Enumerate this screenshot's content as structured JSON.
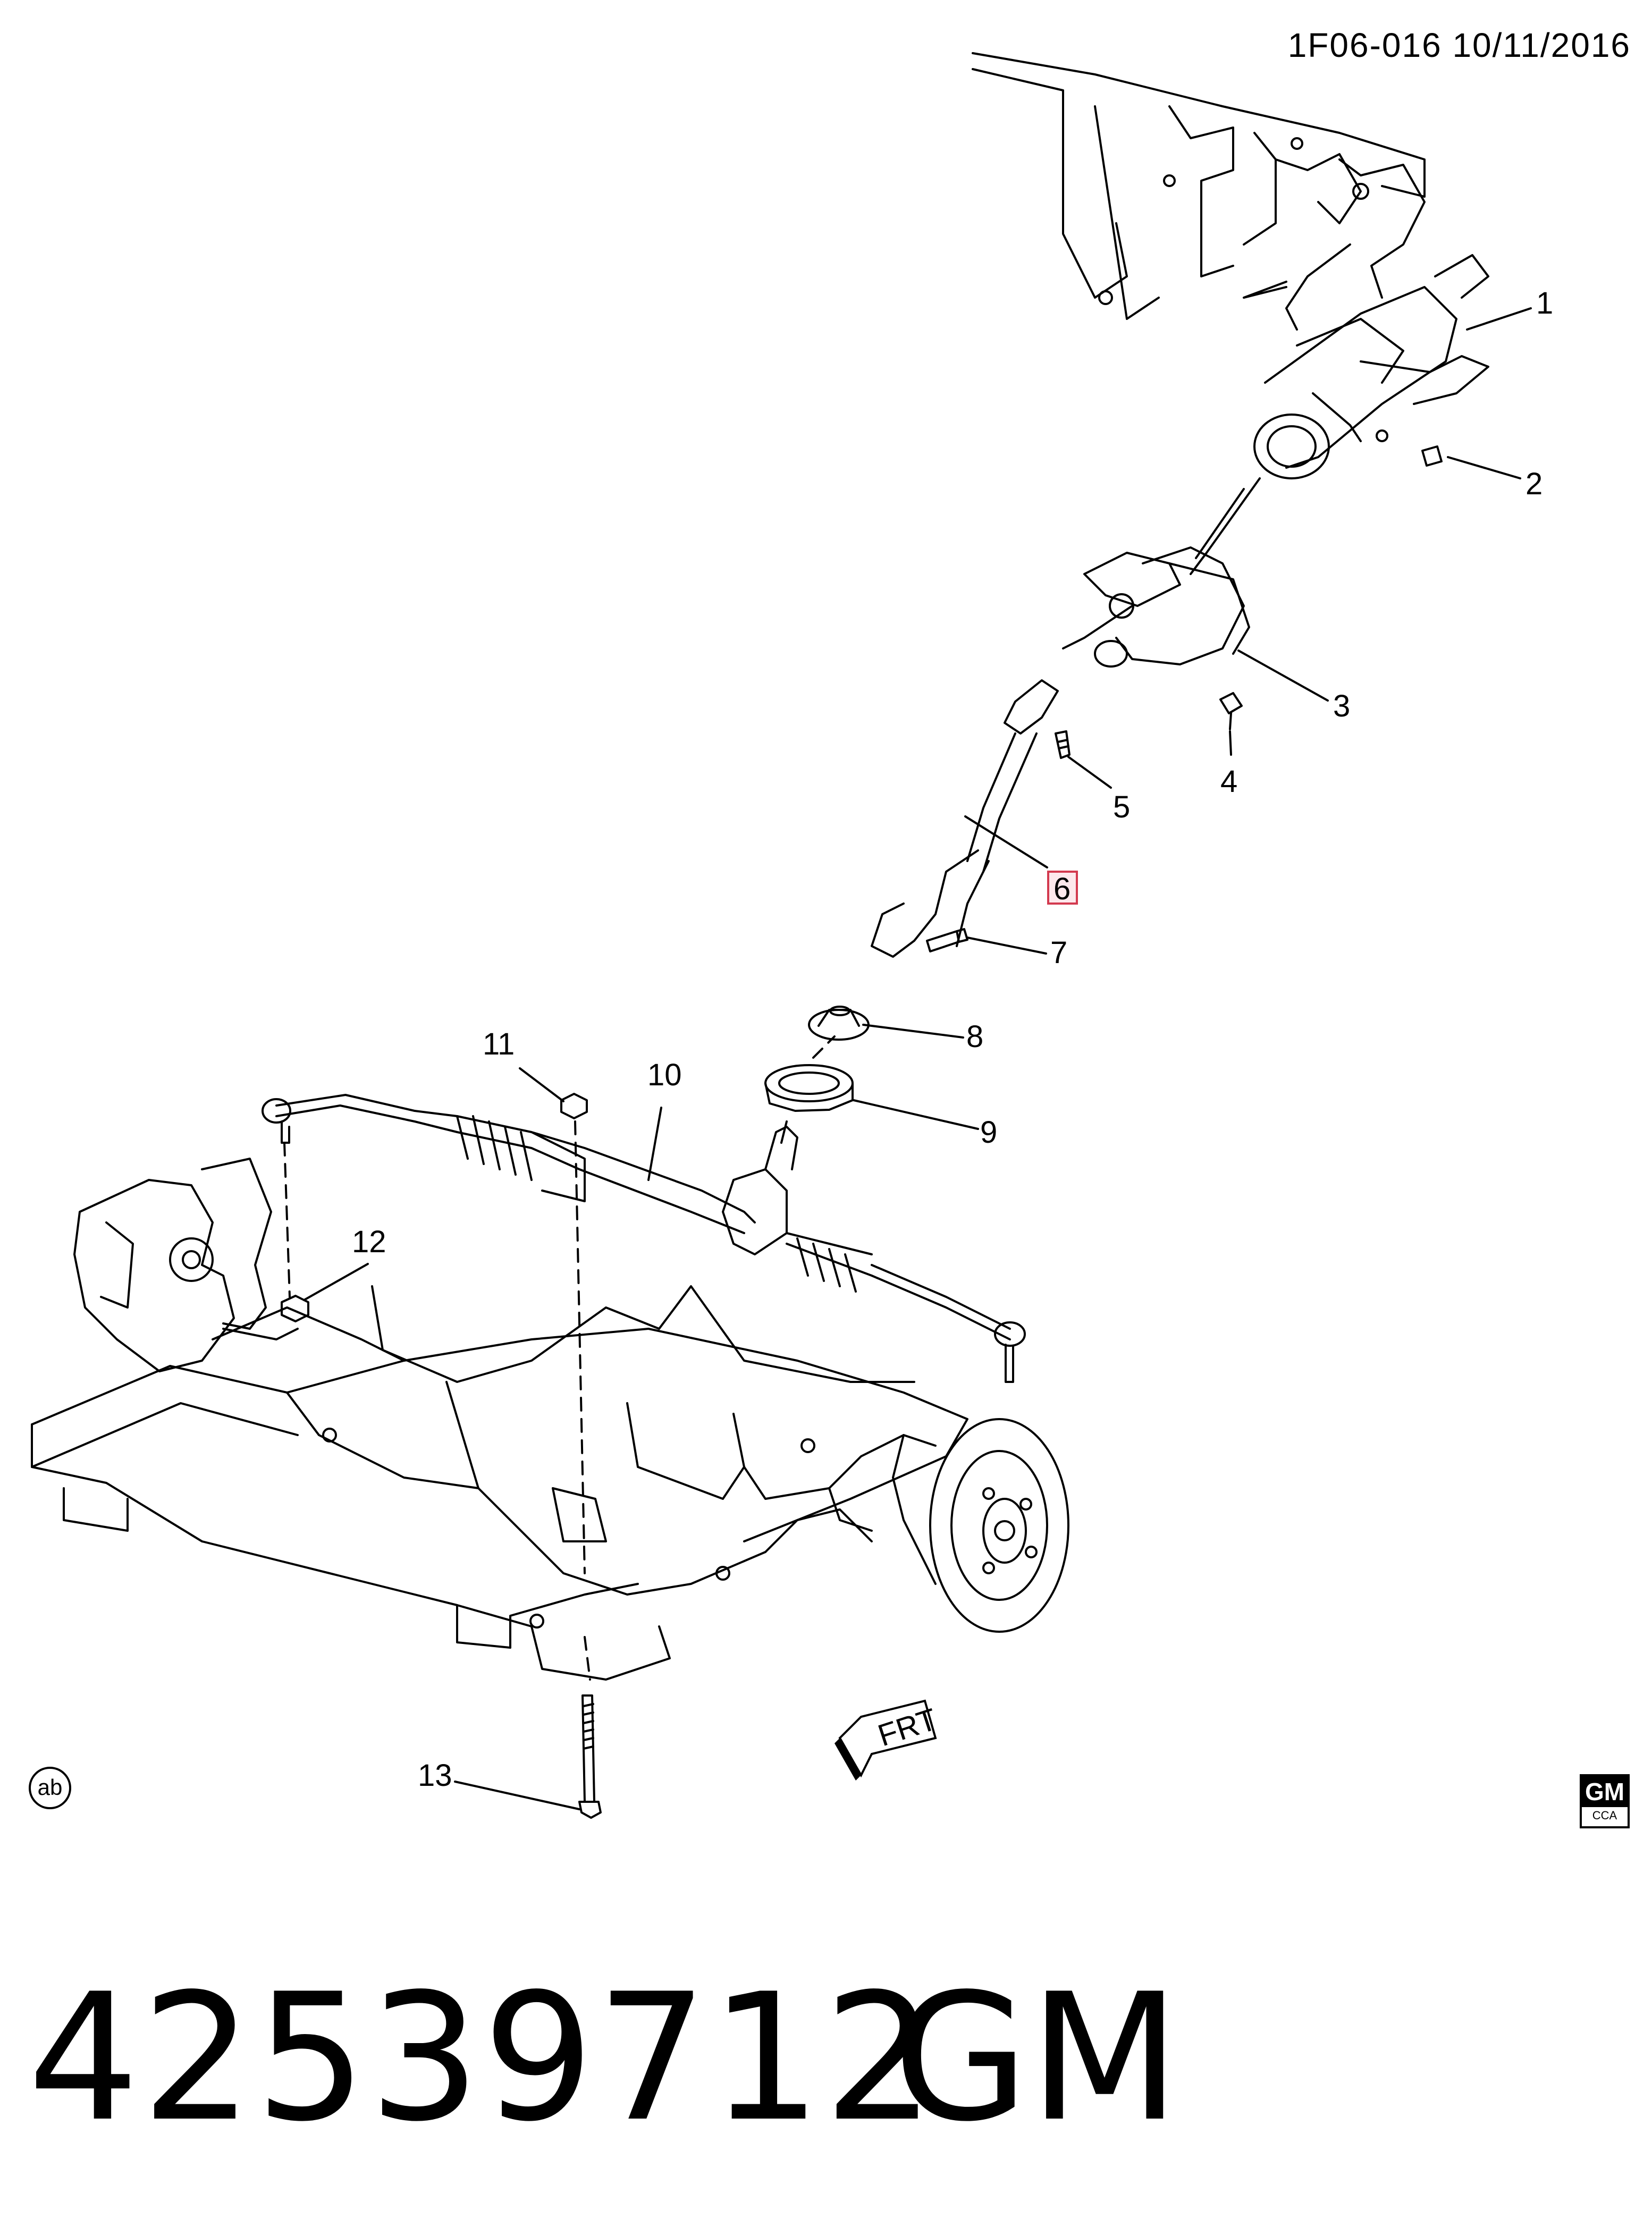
{
  "header": {
    "code": "1F06-016  10/11/2016"
  },
  "callouts": [
    {
      "id": "1",
      "label": "1",
      "highlight": false
    },
    {
      "id": "2",
      "label": "2",
      "highlight": false
    },
    {
      "id": "3",
      "label": "3",
      "highlight": false
    },
    {
      "id": "4",
      "label": "4",
      "highlight": false
    },
    {
      "id": "5",
      "label": "5",
      "highlight": false
    },
    {
      "id": "6",
      "label": "6",
      "highlight": true
    },
    {
      "id": "7",
      "label": "7",
      "highlight": false
    },
    {
      "id": "8",
      "label": "8",
      "highlight": false
    },
    {
      "id": "9",
      "label": "9",
      "highlight": false
    },
    {
      "id": "10",
      "label": "10",
      "highlight": false
    },
    {
      "id": "11",
      "label": "11",
      "highlight": false
    },
    {
      "id": "12",
      "label": "12",
      "highlight": false
    },
    {
      "id": "13",
      "label": "13",
      "highlight": false
    }
  ],
  "direction_arrow": {
    "label": "FRT"
  },
  "badge": {
    "label": "ab"
  },
  "logo": {
    "brand": "GM",
    "sub": "CCA"
  },
  "footer": {
    "part_number": "42539712",
    "brand": "GM"
  },
  "colors": {
    "ink": "#000000",
    "highlight_border": "#d33a4f",
    "highlight_fill": "#fde8ec"
  }
}
